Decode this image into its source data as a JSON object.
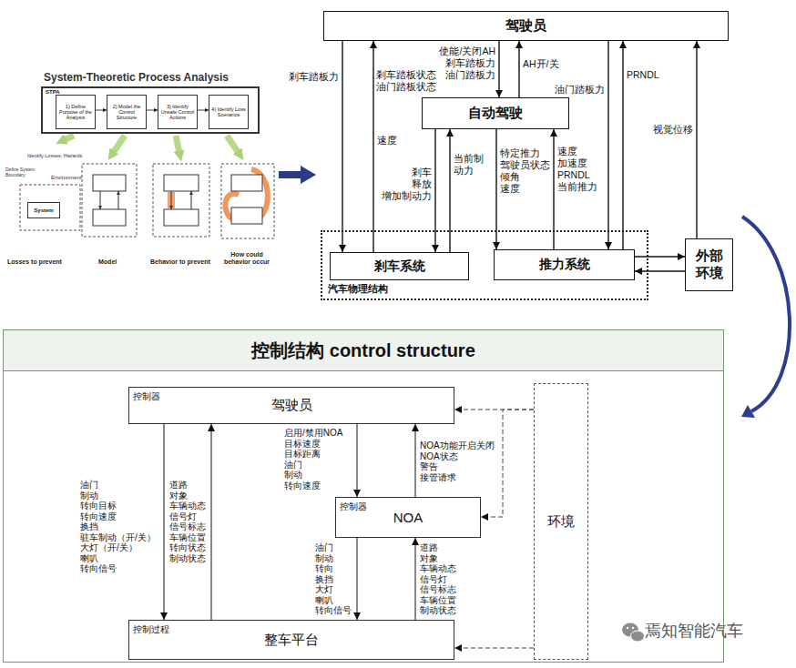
{
  "diagram": {
    "nodes": [
      {
        "text": [
          "STPA"
        ]
      },
      {
        "text": [
          "1) Define Purpose of the Analysis"
        ],
        "in": 0
      },
      {
        "text": [
          "2) Model the Control Structure"
        ],
        "in": 0
      },
      {
        "text": [
          "3) Identify Unsafe Control Actions"
        ],
        "in": 0
      },
      {
        "text": [
          "4) Identify Loss Scenarios"
        ],
        "in": 0
      },
      {
        "text": [
          "System"
        ]
      },
      {
        "text": [
          "驾驶员"
        ]
      },
      {
        "text": [
          "自动驾驶"
        ]
      },
      {
        "text": [
          "汽车物理结构"
        ]
      },
      {
        "text": [
          "剎车系统"
        ],
        "in": 8
      },
      {
        "text": [
          "推力系统"
        ],
        "in": 8
      },
      {
        "text": [
          "外部环境"
        ]
      },
      {
        "text": [
          "控制结构 control structure"
        ]
      },
      {
        "text": [
          "控制器",
          "驾驶员"
        ],
        "in": 12
      },
      {
        "text": [
          "控制器",
          "NOA"
        ],
        "in": 12
      },
      {
        "text": [
          "环境"
        ],
        "in": 12
      },
      {
        "text": [
          "控制过程",
          "整车平台"
        ],
        "in": 12
      }
    ],
    "edges": [
      {
        "from": 1,
        "to": 2,
        "arrow": "to"
      },
      {
        "from": 2,
        "to": 3,
        "arrow": "to"
      },
      {
        "from": 3,
        "to": 4,
        "arrow": "to"
      },
      {
        "from": 6,
        "to": 9,
        "label": "剎车踏板力",
        "arrow": "to"
      },
      {
        "from": 9,
        "to": 6,
        "label": "剎车踏板状态 油门踏板状态",
        "arrow": "to"
      },
      {
        "from": 6,
        "to": 7,
        "label": "使能/关闭AH 剎车踏板力 油门踏板力",
        "arrow": "to"
      },
      {
        "from": 7,
        "to": 6,
        "label": "AH开/关",
        "arrow": "to"
      },
      {
        "from": 7,
        "to": 9,
        "label": "剎车 释放 增加制动力",
        "arrow": "to"
      },
      {
        "from": 9,
        "to": 7,
        "label": "当前制动力",
        "arrow": "to"
      },
      {
        "from": 7,
        "to": 10,
        "label": "特定推力 驾驶员状态 倾角 速度",
        "arrow": "to"
      },
      {
        "from": 10,
        "to": 7,
        "label": "速度 加速度 PRNDL 当前推力",
        "arrow": "to"
      },
      {
        "from": 6,
        "to": 10,
        "label": "油门踏板力",
        "arrow": "to"
      },
      {
        "from": 10,
        "to": 6,
        "label": "PRNDL",
        "arrow": "to"
      },
      {
        "from": 11,
        "to": 6,
        "label": "视觉位移",
        "arrow": "to"
      },
      {
        "from": 10,
        "to": 11,
        "arrow": "to"
      },
      {
        "from": 11,
        "to": 10,
        "arrow": "to"
      },
      {
        "from": 13,
        "to": 16,
        "label": "油门 制动 转向目标 转向速度 换挡 驻车制动（开/关） 大灯（开/关） 喇叭 转向信号",
        "arrow": "to"
      },
      {
        "from": 16,
        "to": 13,
        "label": "道路 对象 车辆动态 信号灯 信号标志 车辆位置 转向状态 制动状态",
        "arrow": "to"
      },
      {
        "from": 13,
        "to": 14,
        "label": "启用/禁用NOA 目标速度 目标距离 油门 制动 转向速度",
        "arrow": "to"
      },
      {
        "from": 14,
        "to": 13,
        "label": "NOA功能开启关闭 NOA状态 警告 接管请求",
        "arrow": "to"
      },
      {
        "from": 14,
        "to": 16,
        "label": "油门 制动 转向 换挡 大灯 喇叭 转向信号",
        "arrow": "to"
      },
      {
        "from": 16,
        "to": 14,
        "label": "道路 对象 车辆动态 信号灯 信号标志 车辆位置 制动状态",
        "arrow": "to"
      },
      {
        "from": 15,
        "to": 13,
        "arrow": "to"
      },
      {
        "from": 15,
        "to": 14,
        "arrow": "to"
      },
      {
        "from": 15,
        "to": 16,
        "arrow": "to"
      }
    ],
    "labels": [
      "System-Theoretic Process Analysis",
      "Identify Losses, Hazards",
      "Define System Boundary",
      "Environment",
      "Losses to prevent",
      "Model",
      "Behavior to prevent",
      "How could behavior occur",
      "速度",
      "焉知智能汽车"
    ]
  }
}
